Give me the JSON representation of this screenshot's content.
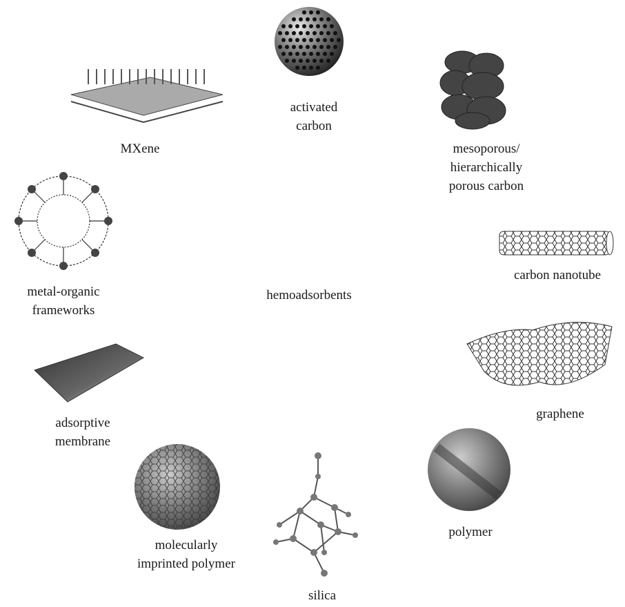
{
  "center_label": "hemoadsorbents",
  "items": [
    {
      "name": "activated-carbon",
      "lines": [
        "activated",
        "carbon"
      ]
    },
    {
      "name": "mesoporous-carbon",
      "lines": [
        "mesoporous/",
        "hierarchically",
        "porous carbon"
      ]
    },
    {
      "name": "carbon-nanotube",
      "lines": [
        "carbon nanotube"
      ]
    },
    {
      "name": "graphene",
      "lines": [
        "graphene"
      ]
    },
    {
      "name": "polymer",
      "lines": [
        "polymer"
      ]
    },
    {
      "name": "silica",
      "lines": [
        "silica"
      ]
    },
    {
      "name": "molecularly-imprinted-polymer",
      "lines": [
        "molecularly",
        "imprinted polymer"
      ]
    },
    {
      "name": "adsorptive-membrane",
      "lines": [
        "adsorptive",
        "membrane"
      ]
    },
    {
      "name": "metal-organic-frameworks",
      "lines": [
        "metal-organic",
        "frameworks"
      ]
    },
    {
      "name": "mxene",
      "lines": [
        "MXene"
      ]
    }
  ]
}
